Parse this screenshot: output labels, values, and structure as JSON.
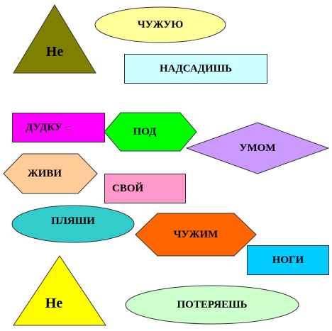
{
  "colors": {
    "olive": "#808000",
    "yellow": "#ffff00",
    "pale_yellow": "#ffff99",
    "light_cyan": "#ccffff",
    "magenta": "#ff00ff",
    "green": "#00ff00",
    "lavender": "#cc99ff",
    "peach": "#ffcc99",
    "pink": "#ff99cc",
    "teal": "#33cccc",
    "orange": "#ff6600",
    "cyan": "#00ccff",
    "mint": "#ccffcc"
  },
  "shapes": {
    "triangle_top": "Не",
    "oval_chuzhuyu": "ЧУЖУЮ",
    "rect_nadsadish": "НАДСАДИШЬ",
    "rect_dudku": "ДУДКУ –",
    "hex_pod": "ПОД",
    "diamond_umom": "УМОМ",
    "hex_zhivi": "ЖИВИ",
    "rect_svoy": "СВОЙ",
    "oval_plyashi": "ПЛЯШИ",
    "hex_chuzhim": "ЧУЖИМ",
    "rect_nogi": "НОГИ",
    "triangle_bottom": "Не",
    "oval_poteryaesh": "ПОТЕРЯЕШЬ"
  }
}
